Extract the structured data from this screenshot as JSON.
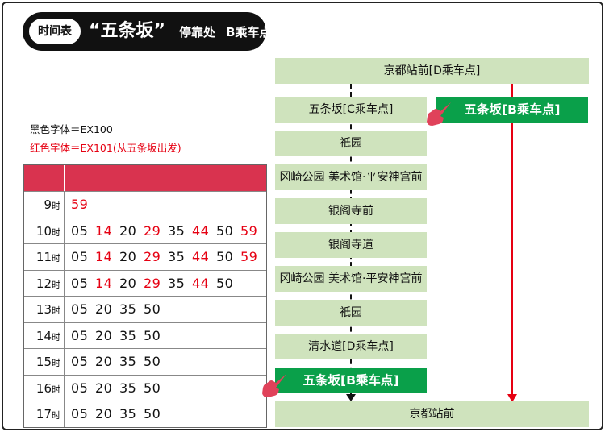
{
  "header": {
    "chip": "时间表",
    "stop_name": "“五条坂”",
    "kind": "停靠处",
    "point": "B乘车点"
  },
  "legend": {
    "black": "黑色字体＝EX100",
    "red": "红色字体＝EX101(从五条坂出发)"
  },
  "colors": {
    "header_bg": "#111111",
    "table_head": "#d9334f",
    "red_text": "#e60012",
    "stop_bg": "#cfe3bd",
    "highlight_stop": "#0aa04a",
    "red_line": "#e60012"
  },
  "timetable": {
    "hour_suffix": "时",
    "rows": [
      {
        "hour": "9",
        "mins": [
          {
            "t": "59",
            "red": true
          }
        ]
      },
      {
        "hour": "10",
        "mins": [
          {
            "t": "05",
            "red": false
          },
          {
            "t": "14",
            "red": true
          },
          {
            "t": "20",
            "red": false
          },
          {
            "t": "29",
            "red": true
          },
          {
            "t": "35",
            "red": false
          },
          {
            "t": "44",
            "red": true
          },
          {
            "t": "50",
            "red": false
          },
          {
            "t": "59",
            "red": true
          }
        ]
      },
      {
        "hour": "11",
        "mins": [
          {
            "t": "05",
            "red": false
          },
          {
            "t": "14",
            "red": true
          },
          {
            "t": "20",
            "red": false
          },
          {
            "t": "29",
            "red": true
          },
          {
            "t": "35",
            "red": false
          },
          {
            "t": "44",
            "red": true
          },
          {
            "t": "50",
            "red": false
          },
          {
            "t": "59",
            "red": true
          }
        ]
      },
      {
        "hour": "12",
        "mins": [
          {
            "t": "05",
            "red": false
          },
          {
            "t": "14",
            "red": true
          },
          {
            "t": "20",
            "red": false
          },
          {
            "t": "29",
            "red": true
          },
          {
            "t": "35",
            "red": false
          },
          {
            "t": "44",
            "red": true
          },
          {
            "t": "50",
            "red": false
          }
        ]
      },
      {
        "hour": "13",
        "mins": [
          {
            "t": "05",
            "red": false
          },
          {
            "t": "20",
            "red": false
          },
          {
            "t": "35",
            "red": false
          },
          {
            "t": "50",
            "red": false
          }
        ]
      },
      {
        "hour": "14",
        "mins": [
          {
            "t": "05",
            "red": false
          },
          {
            "t": "20",
            "red": false
          },
          {
            "t": "35",
            "red": false
          },
          {
            "t": "50",
            "red": false
          }
        ]
      },
      {
        "hour": "15",
        "mins": [
          {
            "t": "05",
            "red": false
          },
          {
            "t": "20",
            "red": false
          },
          {
            "t": "35",
            "red": false
          },
          {
            "t": "50",
            "red": false
          }
        ]
      },
      {
        "hour": "16",
        "mins": [
          {
            "t": "05",
            "red": false
          },
          {
            "t": "20",
            "red": false
          },
          {
            "t": "35",
            "red": false
          },
          {
            "t": "50",
            "red": false
          }
        ]
      },
      {
        "hour": "17",
        "mins": [
          {
            "t": "05",
            "red": false
          },
          {
            "t": "20",
            "red": false
          },
          {
            "t": "35",
            "red": false
          },
          {
            "t": "50",
            "red": false
          }
        ]
      }
    ]
  },
  "route": {
    "top_stop": "京都站前[D乘车点]",
    "black_line_stops": [
      "五条坂[C乘车点]",
      "祇园",
      "冈崎公园 美术馆·平安神宫前",
      "银阁寺前",
      "银阁寺道",
      "冈崎公园 美术馆·平安神宫前",
      "祇园",
      "清水道[D乘车点]"
    ],
    "red_start_stop": "五条坂[B乘车点]",
    "black_end_highlight": "五条坂[B乘车点]",
    "bottom_stop": "京都站前",
    "icons": {
      "pointer_upper": "pointing-hand-icon",
      "pointer_lower": "pointing-hand-icon"
    }
  }
}
